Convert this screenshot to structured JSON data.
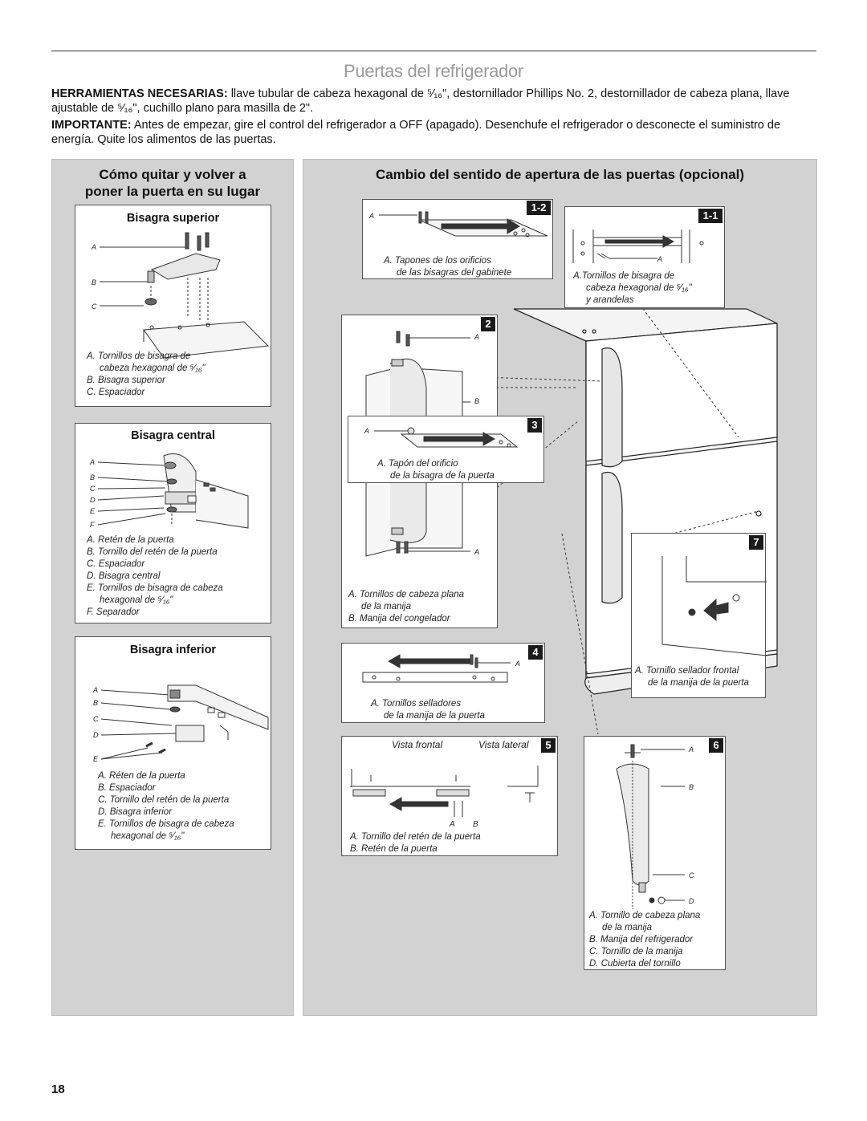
{
  "page": {
    "title": "Puertas del refrigerador",
    "page_number": "18"
  },
  "intro": {
    "tools_label": "HERRAMIENTAS NECESARIAS:",
    "tools_text": " llave tubular de cabeza hexagonal de ⁵⁄₁₆\", destornillador Phillips No. 2, destornillador de cabeza plana, llave ajustable de ⁵⁄₁₆\", cuchillo plano para masilla de 2\".",
    "important_label": "IMPORTANTE:",
    "important_text": " Antes de empezar, gire el control del refrigerador a OFF (apagado). Desenchufe el refrigerador o desconecte el suministro de energía. Quite los alimentos de las puertas."
  },
  "left_panel": {
    "heading_line1": "Cómo quitar y volver a",
    "heading_line2": "poner la puerta en su lugar",
    "top_hinge": {
      "title": "Bisagra superior",
      "letters": [
        "A",
        "B",
        "C"
      ],
      "captions": [
        "A. Tornillos de bisagra de",
        "cabeza hexagonal de ⁵⁄₁₆\"",
        "B. Bisagra superior",
        "C. Espaciador"
      ]
    },
    "center_hinge": {
      "title": "Bisagra central",
      "letters": [
        "A",
        "B",
        "C",
        "D",
        "E",
        "F"
      ],
      "captions": [
        "A. Retén de la puerta",
        "B. Tornillo del retén de la puerta",
        "C. Espaciador",
        "D. Bisagra central",
        "E. Tornillos de bisagra de cabeza",
        "hexagonal de ⁵⁄₁₆\"",
        "F. Separador"
      ]
    },
    "bottom_hinge": {
      "title": "Bisagra inferior",
      "letters": [
        "A",
        "B",
        "C",
        "D",
        "E"
      ],
      "captions": [
        "A. Réten de la puerta",
        "B. Espaciador",
        "C. Tornillo del retén de la puerta",
        "D. Bisagra inferior",
        "E. Tornillos de bisagra de cabeza",
        "hexagonal de ⁵⁄₁₆\""
      ]
    }
  },
  "right_panel": {
    "heading": "Cambio del sentido de apertura de las puertas (opcional)",
    "step_1_2": {
      "badge": "1-2",
      "letter": "A",
      "captions": [
        "A. Tapones de los orificios",
        "de las bisagras del gabinete"
      ]
    },
    "step_1_1": {
      "badge": "1-1",
      "letter": "A",
      "captions": [
        "A.Tornillos de bisagra de",
        "cabeza hexagonal de ⁵⁄₁₆\"",
        "y arandelas"
      ]
    },
    "step_2": {
      "badge": "2",
      "letters": [
        "A",
        "B",
        "A"
      ],
      "captions": [
        "A. Tornillos de cabeza plana",
        "de la manija",
        "B. Manija del congelador"
      ]
    },
    "step_3": {
      "badge": "3",
      "letter": "A",
      "captions": [
        "A. Tapón del orificio",
        "de la bisagra de la puerta"
      ]
    },
    "step_4": {
      "badge": "4",
      "letter": "A",
      "captions": [
        "A. Tornillos selladores",
        "de la manija de la puerta"
      ]
    },
    "step_5": {
      "badge": "5",
      "view_front": "Vista frontal",
      "view_side": "Vista lateral",
      "letters": [
        "A",
        "B"
      ],
      "captions": [
        "A. Tornillo del retén de la puerta",
        "B. Retén de la puerta"
      ]
    },
    "step_6": {
      "badge": "6",
      "letters": [
        "A",
        "B",
        "C",
        "D"
      ],
      "captions": [
        "A. Tornillo de cabeza plana",
        "de la manija",
        "B. Manija del refrigerador",
        "C. Tornillo de la manija",
        "D. Cubierta del tornillo"
      ]
    },
    "step_7": {
      "badge": "7",
      "captions": [
        "A. Tornillo sellador frontal",
        "de la manija de la puerta"
      ]
    }
  },
  "colors": {
    "panel_bg": "#d2d2d2",
    "badge_bg": "#1a1a1a",
    "title_gray": "#9a9a9a"
  }
}
